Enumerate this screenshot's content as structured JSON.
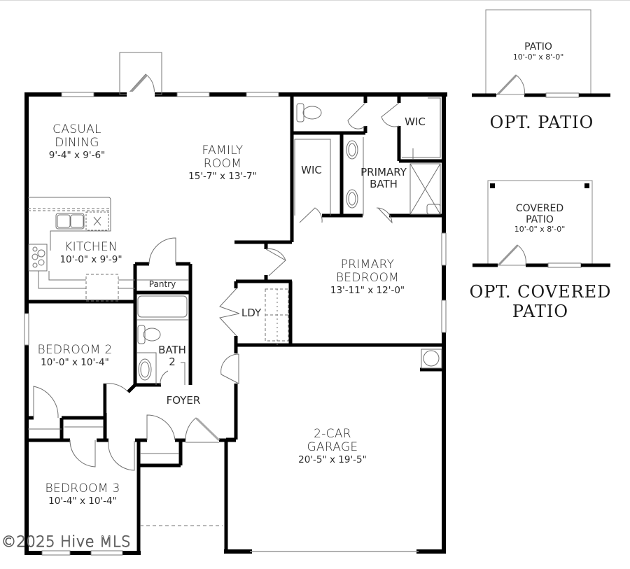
{
  "plan": {
    "rooms": {
      "casual_dining": {
        "name_line1": "CASUAL",
        "name_line2": "DINING",
        "dims": "9'-4\" x 9'-6\""
      },
      "family_room": {
        "name_line1": "FAMILY",
        "name_line2": "ROOM",
        "dims": "15'-7\" x 13'-7\""
      },
      "kitchen": {
        "name": "KITCHEN",
        "dims": "10'-0\" x 9'-9\""
      },
      "pantry": {
        "name": "Pantry"
      },
      "wic_left": {
        "name": "WIC"
      },
      "wic_right": {
        "name": "WIC"
      },
      "primary_bath": {
        "name_line1": "PRIMARY",
        "name_line2": "BATH"
      },
      "primary_bedroom": {
        "name_line1": "PRIMARY",
        "name_line2": "BEDROOM",
        "dims": "13'-11\" x 12'-0\""
      },
      "laundry": {
        "name": "LDY"
      },
      "bedroom_2": {
        "name": "BEDROOM 2",
        "dims": "10'-0\" x 10'-4\""
      },
      "bath_2": {
        "name_line1": "BATH",
        "name_line2": "2"
      },
      "foyer": {
        "name": "FOYER"
      },
      "bedroom_3": {
        "name": "BEDROOM 3",
        "dims": "10'-4\" x 10'-4\""
      },
      "garage": {
        "name_line1": "2-CAR",
        "name_line2": "GARAGE",
        "dims": "20'-5\" x 19'-5\""
      }
    }
  },
  "options": {
    "patio": {
      "room_name": "PATIO",
      "dims": "10'-0\" x 8'-0\"",
      "title": "OPT. PATIO"
    },
    "covered_patio": {
      "room_name_line1": "COVERED",
      "room_name_line2": "PATIO",
      "dims": "10'-0\" x 8'-0\"",
      "title_line1": "OPT. COVERED",
      "title_line2": "PATIO"
    }
  },
  "watermark": "©2025 Hive MLS",
  "colors": {
    "wall": "#000000",
    "fixture": "#6e6e6e",
    "background": "#ffffff"
  }
}
